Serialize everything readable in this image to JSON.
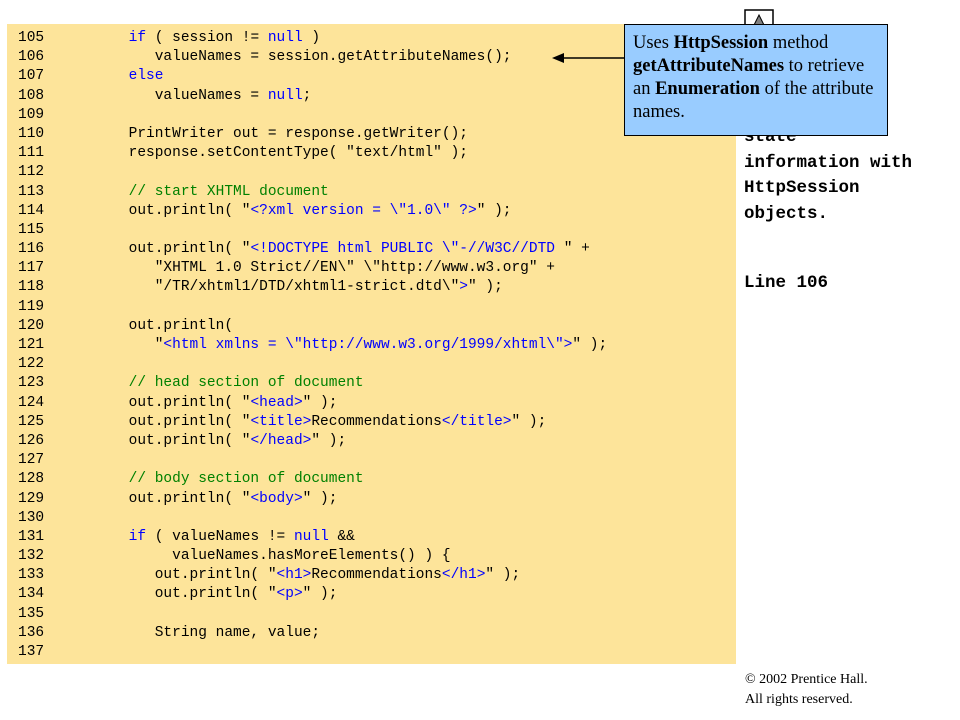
{
  "code": {
    "lines": [
      {
        "n": "105",
        "segs": [
          [
            "p",
            "        "
          ],
          [
            "kw",
            "if"
          ],
          [
            "p",
            " ( session != "
          ],
          [
            "kw",
            "null"
          ],
          [
            "p",
            " )"
          ]
        ]
      },
      {
        "n": "106",
        "segs": [
          [
            "p",
            "           valueNames = session.getAttributeNames();"
          ]
        ]
      },
      {
        "n": "107",
        "segs": [
          [
            "p",
            "        "
          ],
          [
            "kw",
            "else"
          ]
        ]
      },
      {
        "n": "108",
        "segs": [
          [
            "p",
            "           valueNames = "
          ],
          [
            "kw",
            "null"
          ],
          [
            "p",
            ";"
          ]
        ]
      },
      {
        "n": "109",
        "segs": []
      },
      {
        "n": "110",
        "segs": [
          [
            "p",
            "        PrintWriter out = response.getWriter();"
          ]
        ]
      },
      {
        "n": "111",
        "segs": [
          [
            "p",
            "        response.setContentType( "
          ],
          [
            "st",
            "\"text/html\""
          ],
          [
            "p",
            " );"
          ]
        ]
      },
      {
        "n": "112",
        "segs": []
      },
      {
        "n": "113",
        "segs": [
          [
            "cm",
            "        // start XHTML document"
          ]
        ]
      },
      {
        "n": "114",
        "segs": [
          [
            "p",
            "        out.println( "
          ],
          [
            "st",
            "\""
          ],
          [
            "tg",
            "<?xml version = \\\"1.0\\\" ?>"
          ],
          [
            "st",
            "\""
          ],
          [
            "p",
            " );"
          ]
        ]
      },
      {
        "n": "115",
        "segs": []
      },
      {
        "n": "116",
        "segs": [
          [
            "p",
            "        out.println( "
          ],
          [
            "st",
            "\""
          ],
          [
            "tg",
            "<!DOCTYPE html PUBLIC \\\"-//W3C//DTD "
          ],
          [
            "st",
            "\""
          ],
          [
            "p",
            " +"
          ]
        ]
      },
      {
        "n": "117",
        "segs": [
          [
            "p",
            "           "
          ],
          [
            "st",
            "\"XHTML 1.0 Strict//EN\\\" \\\"http://www.w3.org\""
          ],
          [
            "p",
            " +"
          ]
        ]
      },
      {
        "n": "118",
        "segs": [
          [
            "p",
            "           "
          ],
          [
            "st",
            "\"/TR/xhtml1/DTD/xhtml1-strict.dtd\\\""
          ],
          [
            "tg",
            ">"
          ],
          [
            "st",
            "\""
          ],
          [
            "p",
            " );"
          ]
        ]
      },
      {
        "n": "119",
        "segs": []
      },
      {
        "n": "120",
        "segs": [
          [
            "p",
            "        out.println("
          ]
        ]
      },
      {
        "n": "121",
        "segs": [
          [
            "p",
            "           "
          ],
          [
            "st",
            "\""
          ],
          [
            "tg",
            "<html xmlns = \\\"http://www.w3.org/1999/xhtml\\\">"
          ],
          [
            "st",
            "\""
          ],
          [
            "p",
            " );"
          ]
        ]
      },
      {
        "n": "122",
        "segs": []
      },
      {
        "n": "123",
        "segs": [
          [
            "cm",
            "        // head section of document"
          ]
        ]
      },
      {
        "n": "124",
        "segs": [
          [
            "p",
            "        out.println( "
          ],
          [
            "st",
            "\""
          ],
          [
            "tg",
            "<head>"
          ],
          [
            "st",
            "\""
          ],
          [
            "p",
            " );"
          ]
        ]
      },
      {
        "n": "125",
        "segs": [
          [
            "p",
            "        out.println( "
          ],
          [
            "st",
            "\""
          ],
          [
            "tg",
            "<title>"
          ],
          [
            "st",
            "Recommendations"
          ],
          [
            "tg",
            "</title>"
          ],
          [
            "st",
            "\""
          ],
          [
            "p",
            " );"
          ]
        ]
      },
      {
        "n": "126",
        "segs": [
          [
            "p",
            "        out.println( "
          ],
          [
            "st",
            "\""
          ],
          [
            "tg",
            "</head>"
          ],
          [
            "st",
            "\""
          ],
          [
            "p",
            " );"
          ]
        ]
      },
      {
        "n": "127",
        "segs": []
      },
      {
        "n": "128",
        "segs": [
          [
            "cm",
            "        // body section of document"
          ]
        ]
      },
      {
        "n": "129",
        "segs": [
          [
            "p",
            "        out.println( "
          ],
          [
            "st",
            "\""
          ],
          [
            "tg",
            "<body>"
          ],
          [
            "st",
            "\""
          ],
          [
            "p",
            " );"
          ]
        ]
      },
      {
        "n": "130",
        "segs": []
      },
      {
        "n": "131",
        "segs": [
          [
            "p",
            "        "
          ],
          [
            "kw",
            "if"
          ],
          [
            "p",
            " ( valueNames != "
          ],
          [
            "kw",
            "null"
          ],
          [
            "p",
            " &&"
          ]
        ]
      },
      {
        "n": "132",
        "segs": [
          [
            "p",
            "             valueNames.hasMoreElements() ) {"
          ]
        ]
      },
      {
        "n": "133",
        "segs": [
          [
            "p",
            "           out.println( "
          ],
          [
            "st",
            "\""
          ],
          [
            "tg",
            "<h1>"
          ],
          [
            "st",
            "Recommendations"
          ],
          [
            "tg",
            "</h1>"
          ],
          [
            "st",
            "\""
          ],
          [
            "p",
            " );"
          ]
        ]
      },
      {
        "n": "134",
        "segs": [
          [
            "p",
            "           out.println( "
          ],
          [
            "st",
            "\""
          ],
          [
            "tg",
            "<p>"
          ],
          [
            "st",
            "\""
          ],
          [
            "p",
            " );"
          ]
        ]
      },
      {
        "n": "135",
        "segs": []
      },
      {
        "n": "136",
        "segs": [
          [
            "p",
            "           String name, value;"
          ]
        ]
      },
      {
        "n": "137",
        "segs": []
      }
    ]
  },
  "callout": {
    "parts": [
      [
        "t",
        "Uses "
      ],
      [
        "b",
        "HttpSession"
      ],
      [
        "t",
        " method "
      ],
      [
        "b",
        "getAttributeNames"
      ],
      [
        "t",
        " to retrieve an "
      ],
      [
        "b",
        "Enumeration"
      ],
      [
        "t",
        " of the attribute names."
      ]
    ]
  },
  "sidebar": {
    "header_fragment": "e",
    "description": "state\ninformation with\nHttpSession\nobjects.",
    "line_ref": "Line 106"
  },
  "copyright": {
    "line1": "© 2002 Prentice Hall.",
    "line2": "All rights reserved."
  },
  "colors": {
    "code_background": "#fde49a",
    "callout_background": "#99ccff",
    "keyword": "#0000ff",
    "comment": "#008000"
  }
}
